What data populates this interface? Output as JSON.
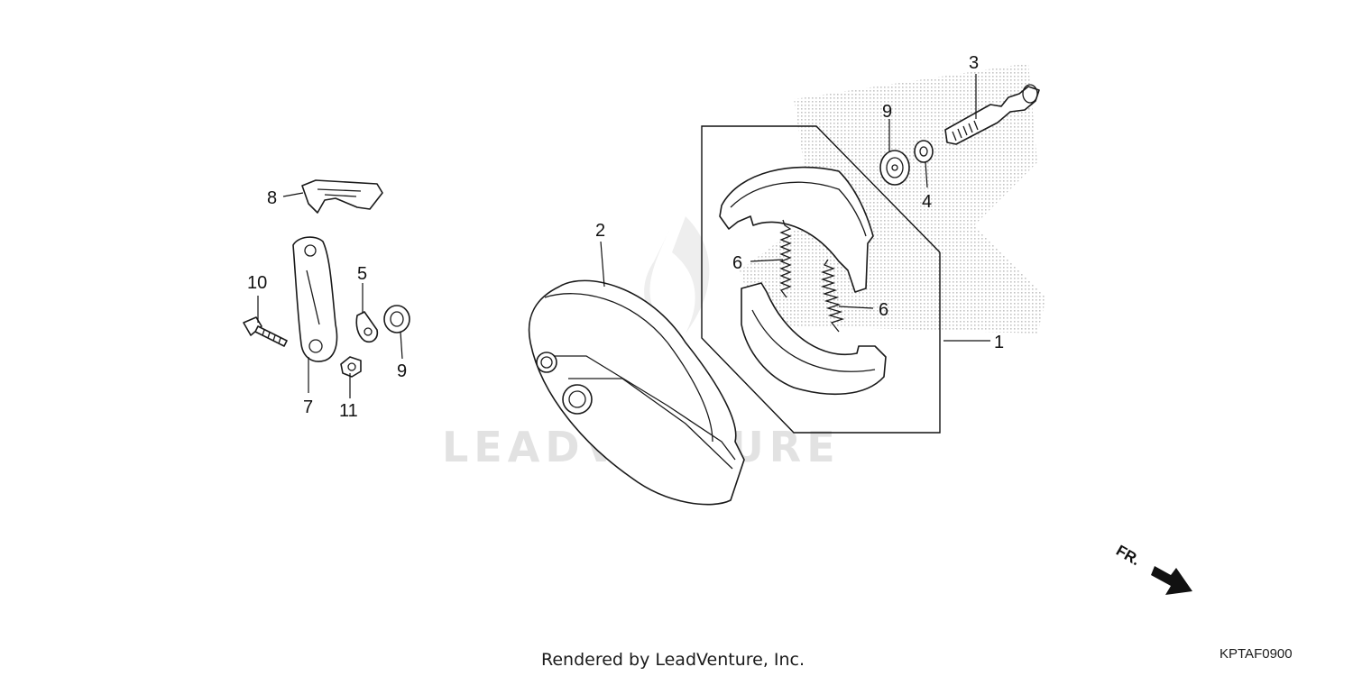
{
  "diagram": {
    "callouts": {
      "c1": "1",
      "c2": "2",
      "c3": "3",
      "c4": "4",
      "c5": "5",
      "c6a": "6",
      "c6b": "6",
      "c7": "7",
      "c8": "8",
      "c9a": "9",
      "c9b": "9",
      "c10": "10",
      "c11": "11"
    },
    "front_marker": "FR.",
    "watermark": "LEADVENTURE",
    "footer_text": "Rendered by LeadVenture, Inc.",
    "diagram_code": "KPTAF0900"
  }
}
